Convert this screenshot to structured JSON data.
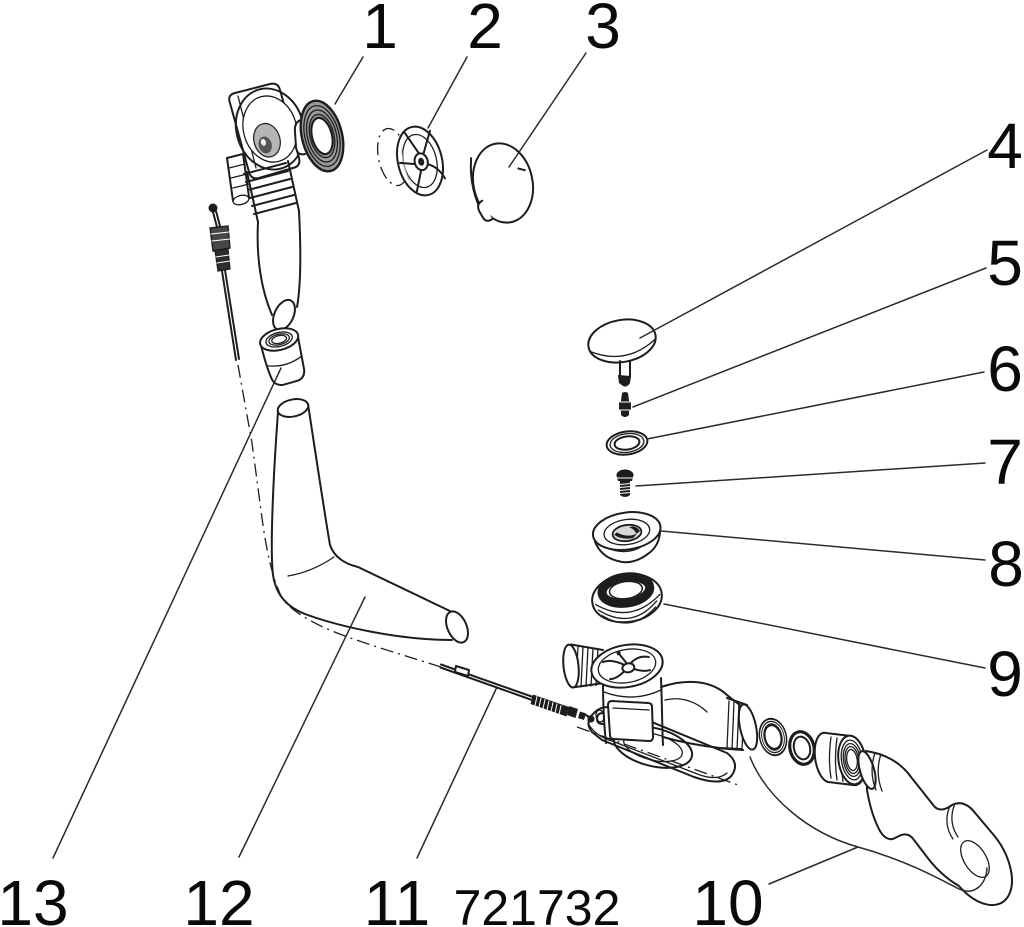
{
  "diagram": {
    "product_code": "721732",
    "colors": {
      "background": "#ffffff",
      "line": "#1d1d1b",
      "label": "#0a0a0a"
    },
    "callouts": [
      {
        "label": "1"
      },
      {
        "label": "2"
      },
      {
        "label": "3"
      },
      {
        "label": "4"
      },
      {
        "label": "5"
      },
      {
        "label": "6"
      },
      {
        "label": "7"
      },
      {
        "label": "8"
      },
      {
        "label": "9"
      },
      {
        "label": "10"
      },
      {
        "label": "11"
      },
      {
        "label": "12"
      },
      {
        "label": "13"
      }
    ]
  }
}
